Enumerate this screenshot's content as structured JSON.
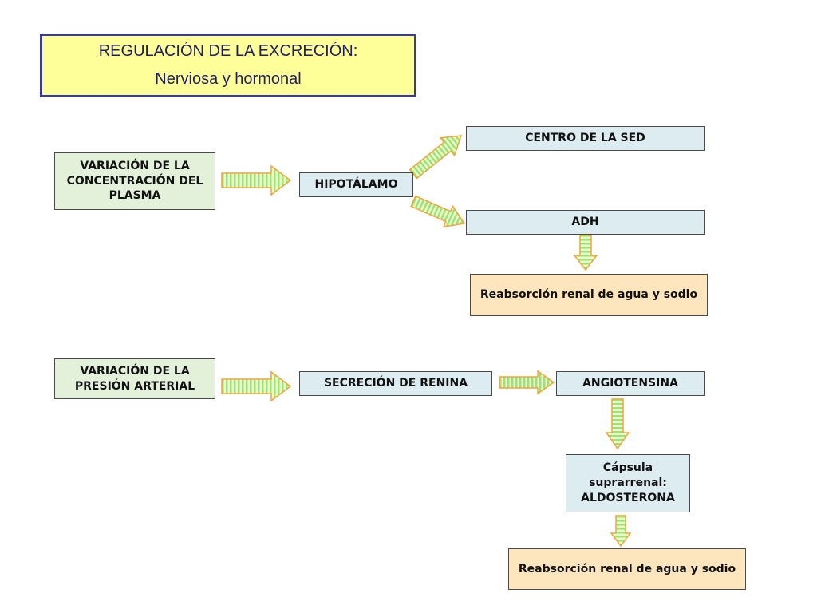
{
  "title": {
    "line1": "REGULACIÓN DE LA EXCRECIÓN:",
    "line2": "Nerviosa y hormonal"
  },
  "diagram": {
    "variacion_concentracion": "VARIACIÓN DE LA CONCENTRACIÓN DEL PLASMA",
    "hipotalamo": "HIPOTÁLAMO",
    "centro_sed": "CENTRO DE LA SED",
    "adh": "ADH",
    "reabsorcion_1": "Reabsorción renal de agua y sodio",
    "variacion_presion": "VARIACIÓN DE LA PRESIÓN ARTERIAL",
    "secrecion_renina": "SECRECIÓN DE RENINA",
    "angiotensina": "ANGIOTENSINA",
    "capsula": "Cápsula suprarrenal: ALDOSTERONA",
    "reabsorcion_2": "Reabsorción renal de agua y sodio"
  },
  "colors": {
    "title_bg": "#ffff99",
    "title_border": "#3b3b8f",
    "green_box": "#e3f1da",
    "blue_box": "#dcecf1",
    "peach_box": "#fde6bd",
    "arrow_fill": "#b8ec8c",
    "arrow_outline": "#f2a43a"
  }
}
